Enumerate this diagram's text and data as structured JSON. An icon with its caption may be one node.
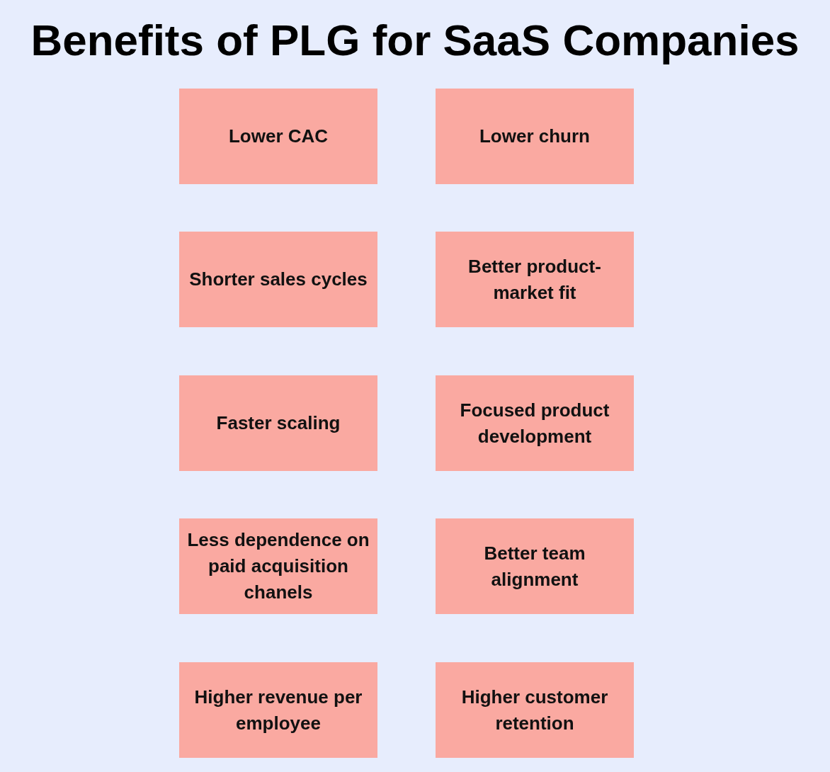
{
  "diagram": {
    "title": "Benefits of PLG for SaaS Companies",
    "nodes": [
      {
        "text": [
          "Lower CAC"
        ]
      },
      {
        "text": [
          "Lower churn"
        ]
      },
      {
        "text": [
          "Shorter sales cycles"
        ]
      },
      {
        "text": [
          "Better product-market fit"
        ]
      },
      {
        "text": [
          "Faster scaling"
        ]
      },
      {
        "text": [
          "Focused product development"
        ]
      },
      {
        "text": [
          "Less dependence on paid acquisition chanels"
        ]
      },
      {
        "text": [
          "Better team alignment"
        ]
      },
      {
        "text": [
          "Higher revenue per employee"
        ]
      },
      {
        "text": [
          "Higher customer retention"
        ]
      }
    ]
  }
}
